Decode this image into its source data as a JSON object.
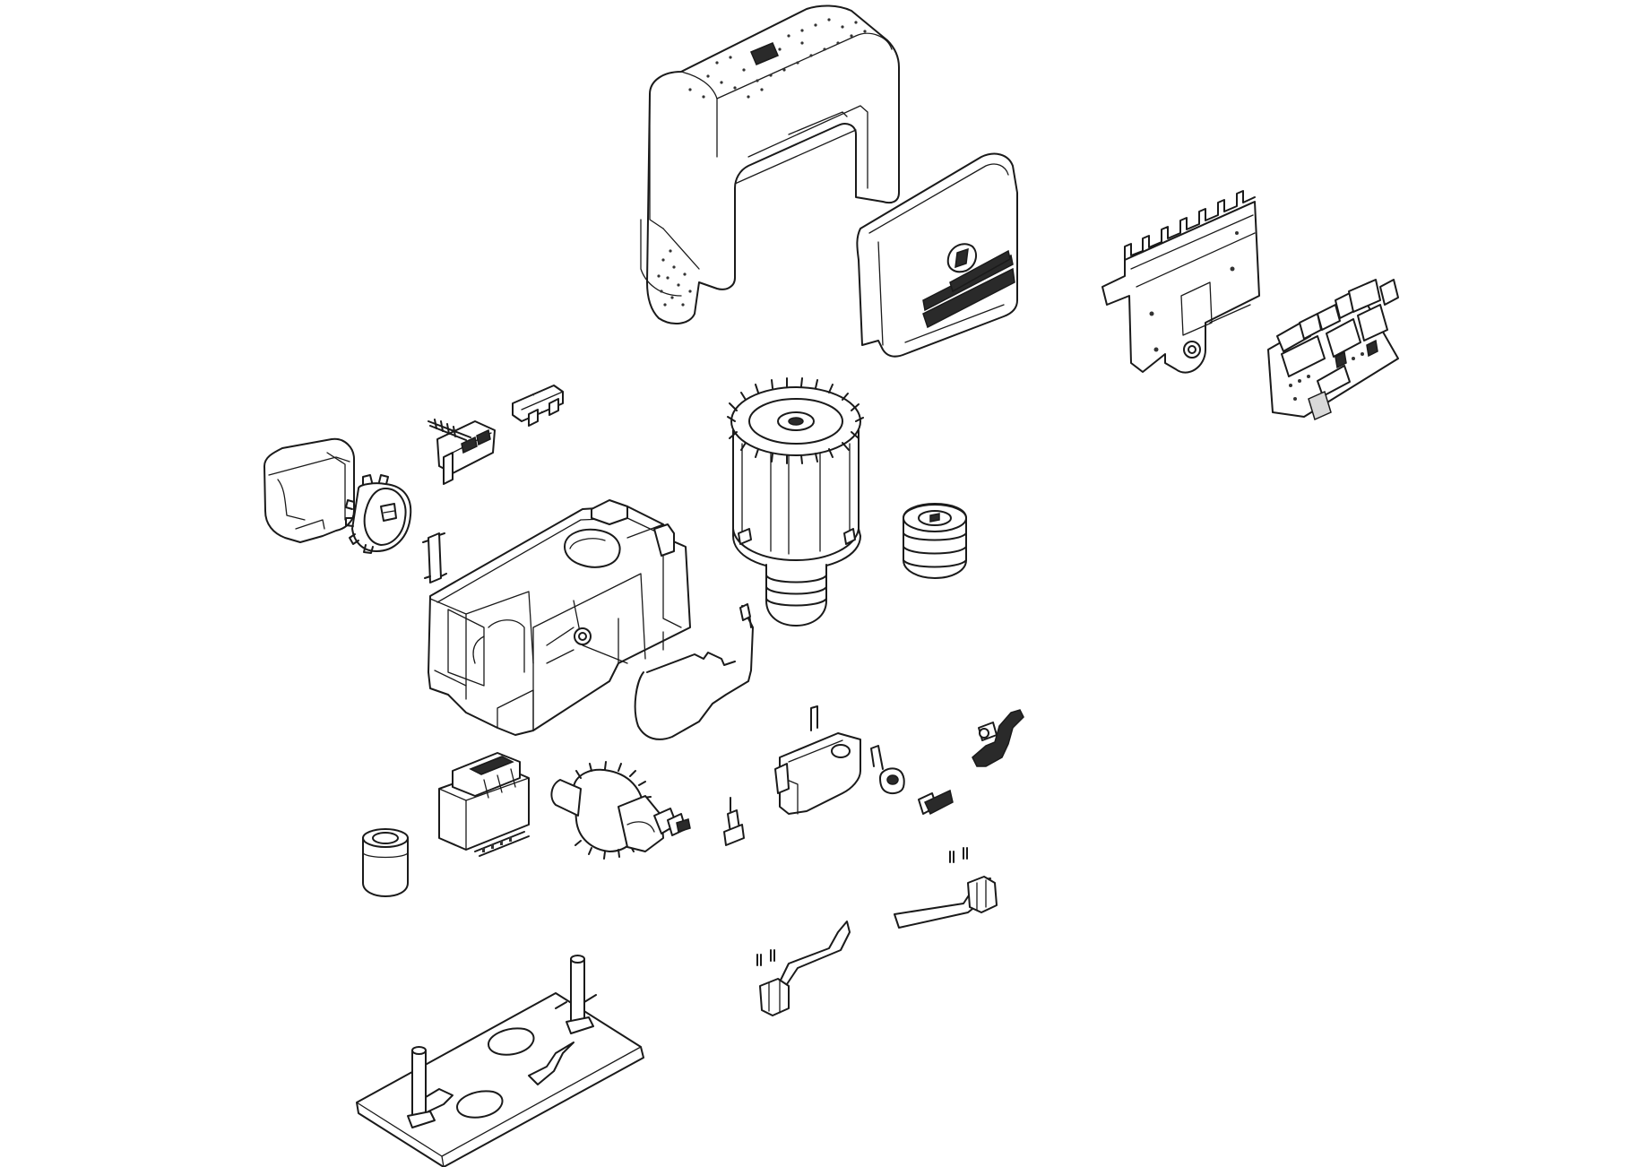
{
  "diagram": {
    "kind": "exploded-parts-drawing",
    "colors": {
      "line": "#1a1a1a",
      "fill": "#ffffff",
      "shade": "#d9d9d9",
      "dark": "#2a2a2a"
    },
    "parts": [
      "top-cover",
      "control-panel-cover",
      "circuit-board-bracket",
      "control-board",
      "terminal-block-with-screw",
      "fuse-connectors",
      "pinion-guard",
      "drive-pinion",
      "small-clip",
      "gearmotor-housing",
      "motor-stator",
      "worm-screw",
      "housing-gasket-and-wire",
      "transformer",
      "coupling-sleeve",
      "output-gear-shaft",
      "connector-pin",
      "release-door",
      "lock-cylinder",
      "release-key",
      "release-lever",
      "limit-switch-spring-right",
      "limit-switch-spring-left",
      "anchoring-plate"
    ]
  }
}
